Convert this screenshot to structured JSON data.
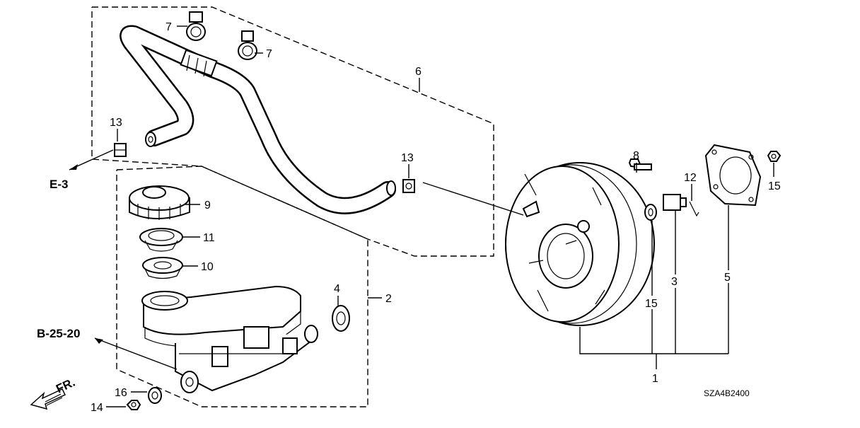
{
  "callouts": {
    "c1": "1",
    "c2": "2",
    "c3": "3",
    "c4": "4",
    "c5": "5",
    "c6": "6",
    "c7a": "7",
    "c7b": "7",
    "c8": "8",
    "c9": "9",
    "c10": "10",
    "c11": "11",
    "c12": "12",
    "c13a": "13",
    "c13b": "13",
    "c14": "14",
    "c15a": "15",
    "c15b": "15",
    "c16": "16"
  },
  "refs": {
    "e3": "E-3",
    "b2520": "B-25-20",
    "front": "FR."
  },
  "diagram_code": "SZA4B2400",
  "icons": [
    "front-direction-arrow-icon"
  ]
}
